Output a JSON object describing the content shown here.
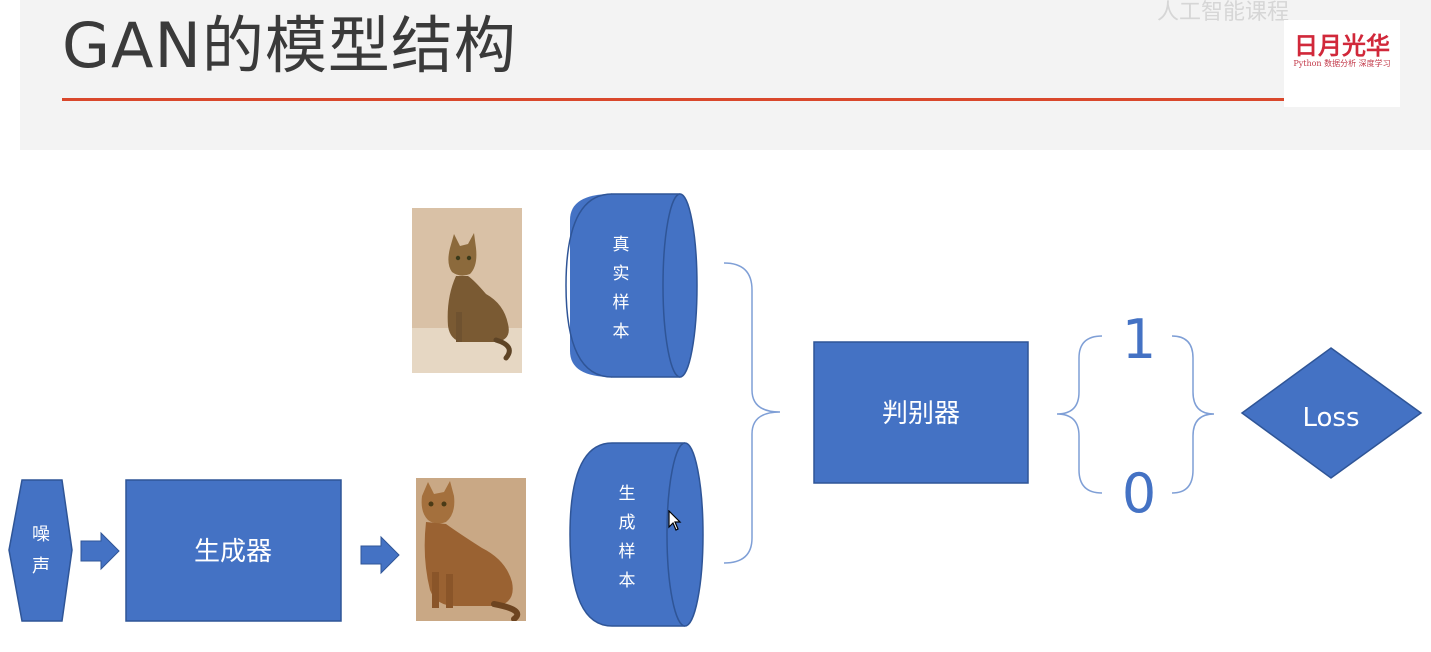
{
  "header": {
    "title": "GAN的模型结构",
    "logo_main": "日月光华",
    "logo_sub": "Python 数据分析 深度学习",
    "watermark": "人工智能课程"
  },
  "diagram": {
    "noise_label": [
      "噪",
      "声"
    ],
    "generator_label": "生成器",
    "real_sample_label": [
      "真",
      "实",
      "样",
      "本"
    ],
    "generated_sample_label": [
      "生",
      "成",
      "样",
      "本"
    ],
    "discriminator_label": "判别器",
    "output_one": "1",
    "output_zero": "0",
    "loss_label": "Loss"
  },
  "colors": {
    "shape_fill": "#4472c4",
    "shape_stroke": "#2f5597",
    "title_rule": "#d9472b",
    "brace": "#7f9fd6"
  }
}
